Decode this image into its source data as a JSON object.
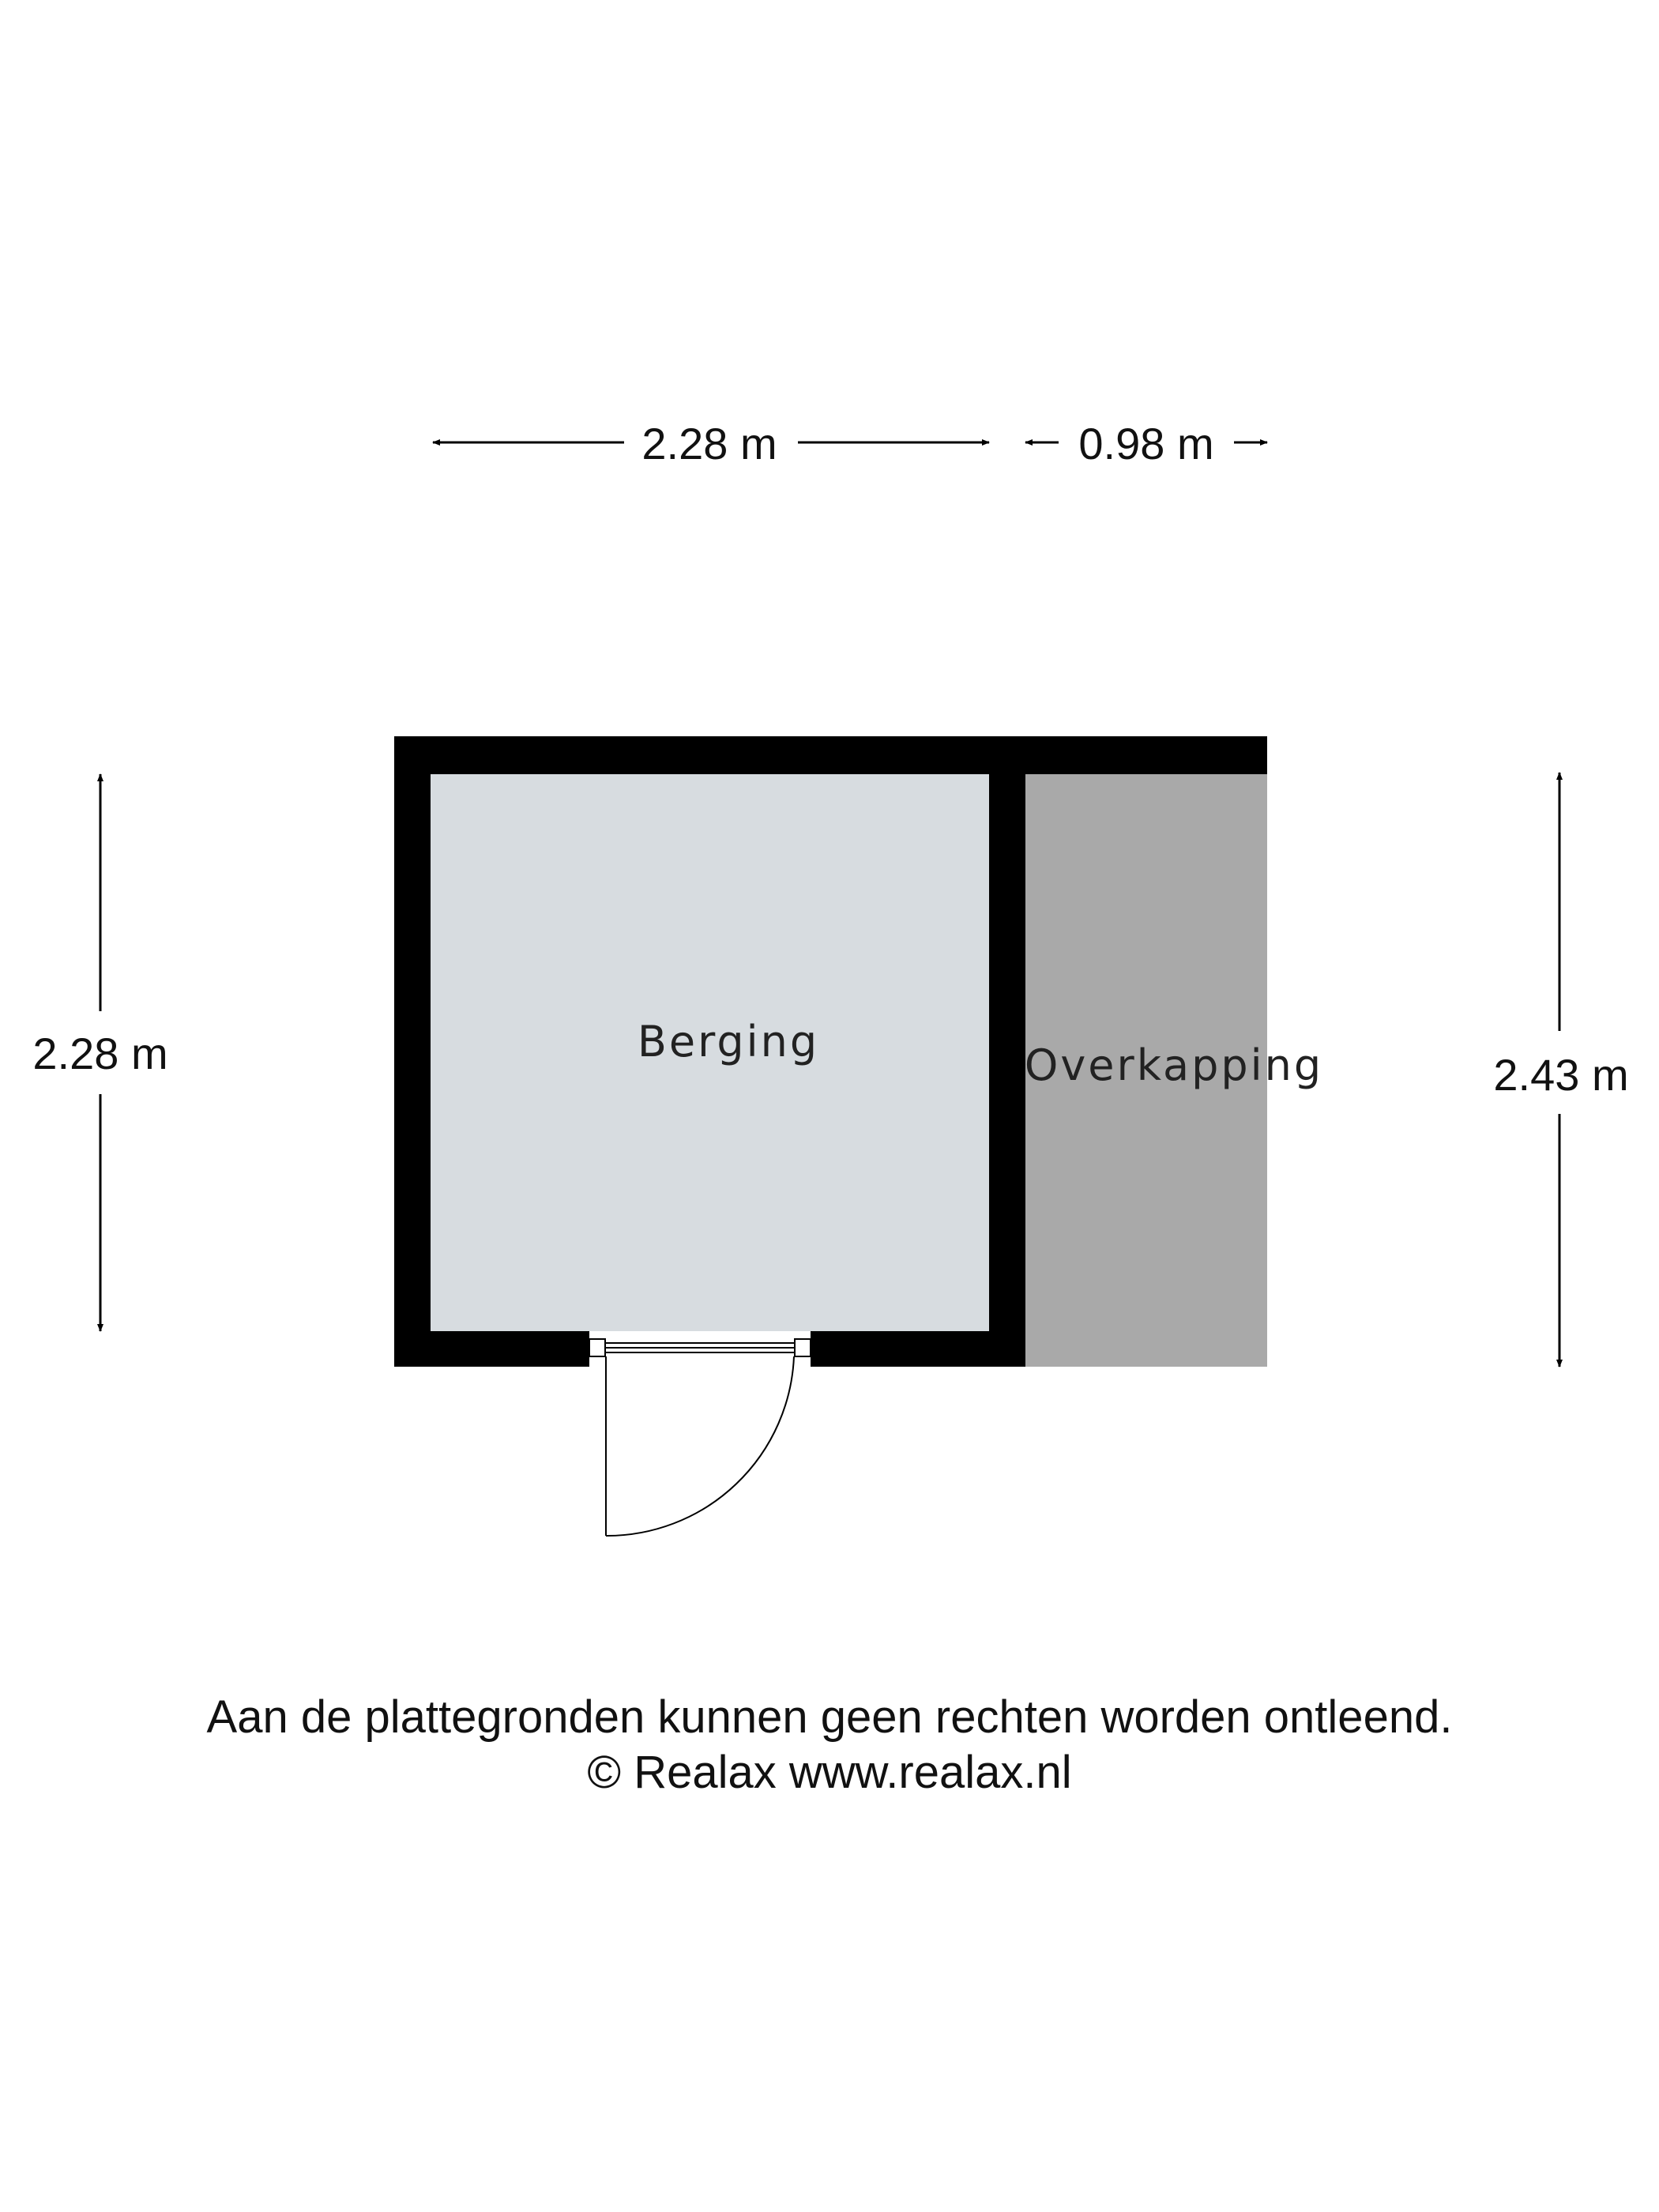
{
  "dimensions": {
    "top_left_width": "2.28 m",
    "top_right_width": "0.98 m",
    "left_height": "2.28 m",
    "right_height": "2.43 m"
  },
  "rooms": {
    "berging": {
      "label": "Berging",
      "fill": "#d7dce0"
    },
    "overkapping": {
      "label": "Overkapping",
      "fill": "#a9a9a9"
    }
  },
  "colors": {
    "wall": "#000000",
    "background": "#ffffff"
  },
  "footer": {
    "disclaimer": "Aan de plattegronden kunnen geen rechten worden ontleend.",
    "copyright": "© Realax www.realax.nl"
  }
}
